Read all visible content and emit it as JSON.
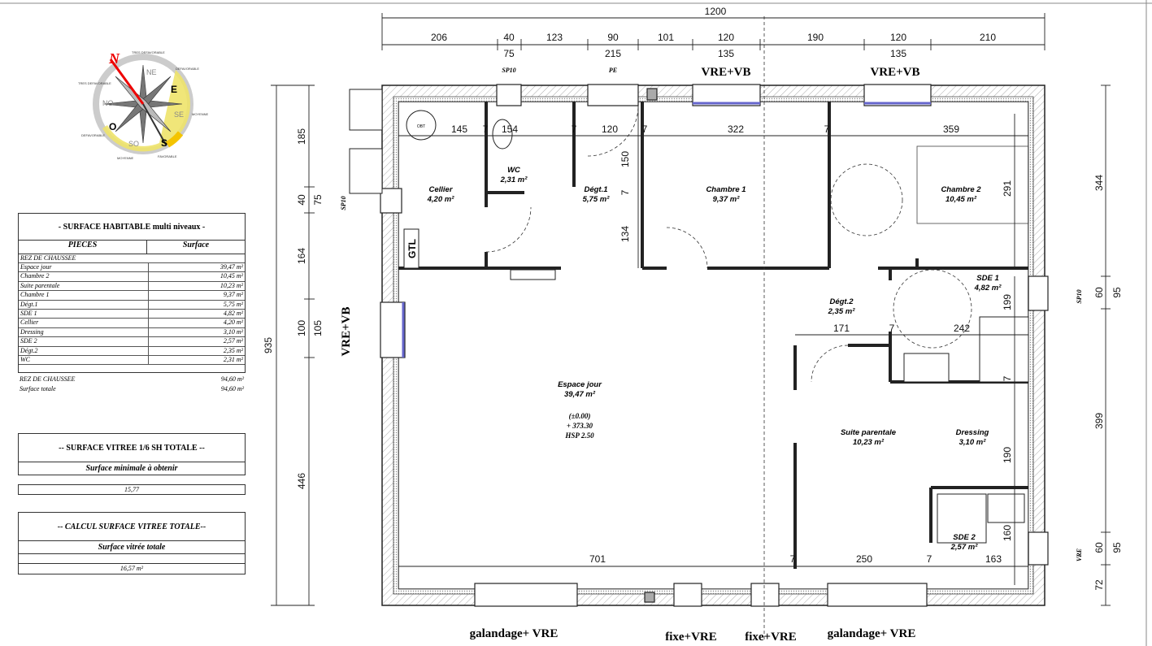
{
  "compass": {
    "n": "N",
    "ne": "NE",
    "e": "E",
    "se": "SE",
    "s": "S",
    "so": "SO",
    "o": "O",
    "no": "NO",
    "ring_labels": [
      "TRES DEFAVORABLE",
      "DEFAVORABLE",
      "MOYENNE",
      "FAVORABLE",
      "MOYENNE",
      "DEFAVORABLE",
      "TRES DEFAVORABLE"
    ]
  },
  "surface_habitable": {
    "title": "- SURFACE HABITABLE  multi niveaux -",
    "col_pieces": "PIECES",
    "col_surface": "Surface",
    "section": "REZ DE CHAUSSEE",
    "rows": [
      {
        "name": "Espace jour",
        "value": "39,47 m²"
      },
      {
        "name": "Chambre 2",
        "value": "10,45 m²"
      },
      {
        "name": "Suite parentale",
        "value": "10,23 m²"
      },
      {
        "name": "Chambre 1",
        "value": "9,37 m²"
      },
      {
        "name": "Dégt.1",
        "value": "5,75 m²"
      },
      {
        "name": "SDE 1",
        "value": "4,82 m²"
      },
      {
        "name": "Cellier",
        "value": "4,20 m²"
      },
      {
        "name": "Dressing",
        "value": "3,10 m²"
      },
      {
        "name": "SDE 2",
        "value": "2,57 m²"
      },
      {
        "name": "Dégt.2",
        "value": "2,35 m²"
      },
      {
        "name": "WC",
        "value": "2,31 m²"
      }
    ],
    "subtotal_label": "REZ DE CHAUSSEE",
    "subtotal_value": "94,60 m²",
    "total_label": "Surface totale",
    "total_value": "94,60 m²"
  },
  "surface_vitree": {
    "title": "-- SURFACE VITREE 1/6 SH TOTALE --",
    "subtitle": "Surface minimale à obtenir",
    "value": "15,77"
  },
  "calcul_vitree": {
    "title": "-- CALCUL SURFACE VITREE TOTALE--",
    "subtitle": "Surface vitrée totale",
    "value": "16,57 m²"
  },
  "plan": {
    "top_total": "1200",
    "top_dims": [
      "206",
      "40",
      "75",
      "123",
      "90",
      "215",
      "101",
      "120",
      "135",
      "190",
      "120",
      "135",
      "210"
    ],
    "openings_top": [
      "SP10",
      "PE",
      "VRE+VB",
      "VRE+VB"
    ],
    "left_total": "935",
    "left_dims": [
      "185",
      "40",
      "75",
      "164",
      "100",
      "105",
      "446"
    ],
    "left_labels": [
      "SP10",
      "VRE+VB"
    ],
    "right_dims": [
      "344",
      "60",
      "95",
      "399",
      "60",
      "95",
      "72"
    ],
    "right_labels": [
      "SP10",
      "VRE"
    ],
    "bottom_labels": [
      "galandage+ VRE",
      "fixe+VRE",
      "fixe+VRE",
      "galandage+ VRE"
    ],
    "rooms": [
      {
        "name": "Cellier",
        "area": "4,20 m²"
      },
      {
        "name": "WC",
        "area": "2,31 m²"
      },
      {
        "name": "Dégt.1",
        "area": "5,75 m²"
      },
      {
        "name": "Chambre 1",
        "area": "9,37 m²"
      },
      {
        "name": "Chambre 2",
        "area": "10,45 m²"
      },
      {
        "name": "SDE 1",
        "area": "4,82 m²"
      },
      {
        "name": "Dégt.2",
        "area": "2,35 m²"
      },
      {
        "name": "Espace jour",
        "area": "39,47 m²"
      },
      {
        "name": "Suite parentale",
        "area": "10,23 m²"
      },
      {
        "name": "Dressing",
        "area": "3,10 m²"
      },
      {
        "name": "SDE 2",
        "area": "2,57 m²"
      }
    ],
    "level": [
      "(±0.00)",
      "+ 373.30",
      "HSP 2.50"
    ],
    "inner_dims": [
      "145",
      "7",
      "154",
      "7",
      "120",
      "7",
      "322",
      "7",
      "359",
      "150",
      "7",
      "134",
      "291",
      "171",
      "7",
      "242",
      "199",
      "7",
      "190",
      "160",
      "701",
      "7",
      "250",
      "7",
      "163"
    ],
    "equipment": [
      "GTL",
      "OBT"
    ]
  }
}
